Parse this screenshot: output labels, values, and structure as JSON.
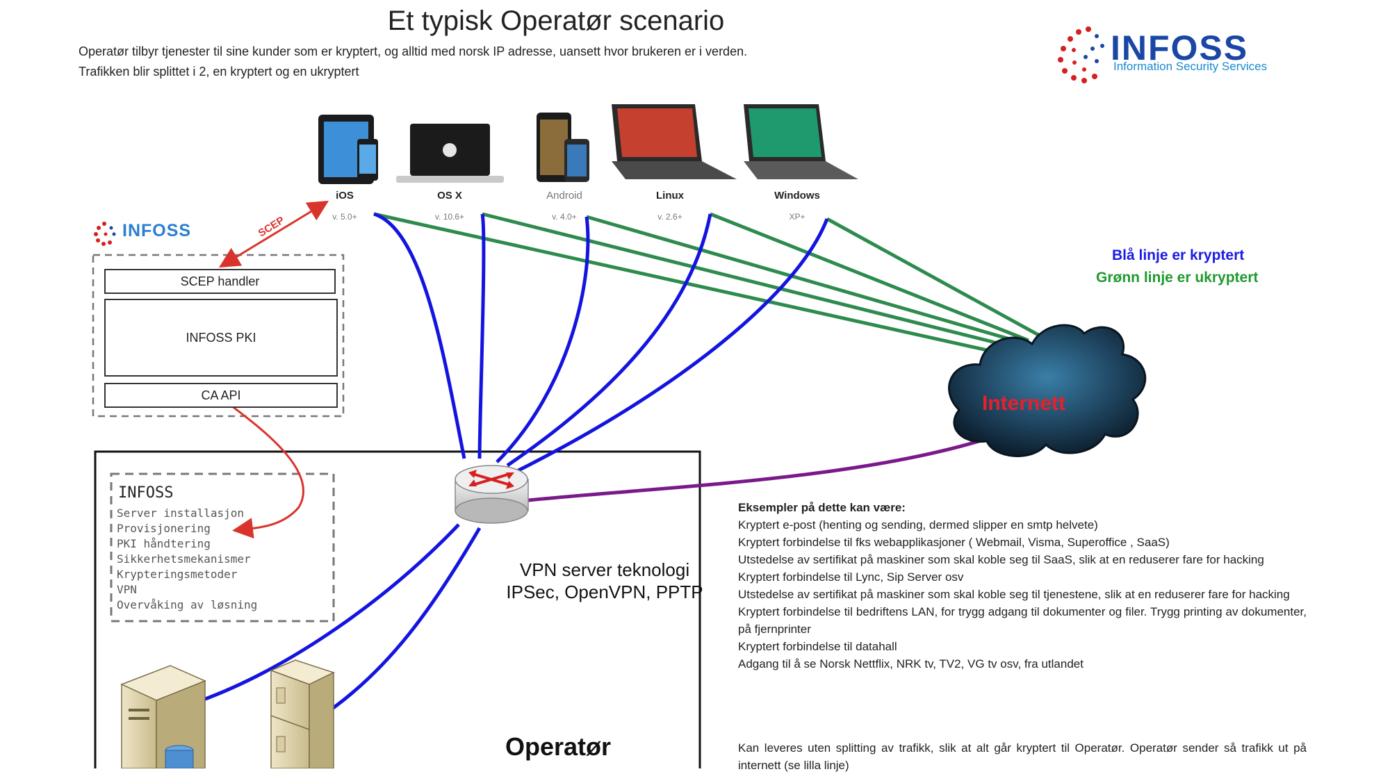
{
  "header": {
    "title": "Et typisk Operatør scenario",
    "intro_line1": "Operatør tilbyr tjenester til sine kunder som er kryptert, og alltid med norsk IP adresse, uansett hvor brukeren er i verden.",
    "intro_line2": "Trafikken blir splittet i 2, en kryptert og en ukryptert"
  },
  "brand": {
    "name": "INFOSS",
    "tagline": "Information Security Services",
    "small_name": "INFOSS"
  },
  "devices": [
    {
      "label": "iOS",
      "version": "v. 5.0+"
    },
    {
      "label": "OS X",
      "version": "v. 10.6+"
    },
    {
      "label": "Android",
      "version": "v. 4.0+"
    },
    {
      "label": "Linux",
      "version": "v. 2.6+"
    },
    {
      "label": "Windows",
      "version": "XP+"
    }
  ],
  "pki": {
    "scep_label": "SCEP",
    "scep_handler": "SCEP handler",
    "infoss_pki": "INFOSS PKI",
    "ca_api": "CA API"
  },
  "legend": {
    "blue": "Blå linje er kryptert",
    "green": "Grønn linje er ukryptert"
  },
  "internet": "Internett",
  "infoss_panel": {
    "title": "INFOSS",
    "items": [
      "Server installasjon",
      "Provisjonering",
      "PKI håndtering",
      "Sikkerhetsmekanismer",
      "Krypteringsmetoder",
      "VPN",
      "Overvåking av løsning"
    ]
  },
  "vpn": {
    "line1": "VPN server teknologi",
    "line2": "IPSec, OpenVPN, PPTP"
  },
  "operator": "Operatør",
  "examples": {
    "heading": "Eksempler på dette kan være:",
    "items": [
      "Kryptert e-post (henting og sending, dermed slipper en smtp helvete)",
      "Kryptert forbindelse til fks webapplikasjoner ( Webmail, Visma, Superoffice , SaaS)",
      "Utstedelse av sertifikat på maskiner som skal koble seg til SaaS, slik at en reduserer fare for hacking",
      "Kryptert forbindelse til Lync, Sip Server osv",
      "Utstedelse av sertifikat på maskiner som skal koble seg til tjenestene, slik at en reduserer fare for hacking",
      "Kryptert forbindelse til bedriftens LAN, for trygg adgang til dokumenter og filer. Trygg printing av dokumenter, på fjernprinter",
      "Kryptert forbindelse til datahall",
      "Adgang til å se Norsk Nettflix, NRK tv, TV2, VG tv osv, fra utlandet"
    ],
    "footer": "Kan leveres uten splitting av trafikk, slik at alt går kryptert til Operatør. Operatør sender så trafikk ut på internett (se lilla linje)"
  },
  "colors": {
    "encrypted": "#1414e0",
    "unencrypted": "#2e8b4e",
    "purple": "#7a1a8a",
    "scep_arrow": "#d9342b",
    "brand": "#1a47a6"
  }
}
